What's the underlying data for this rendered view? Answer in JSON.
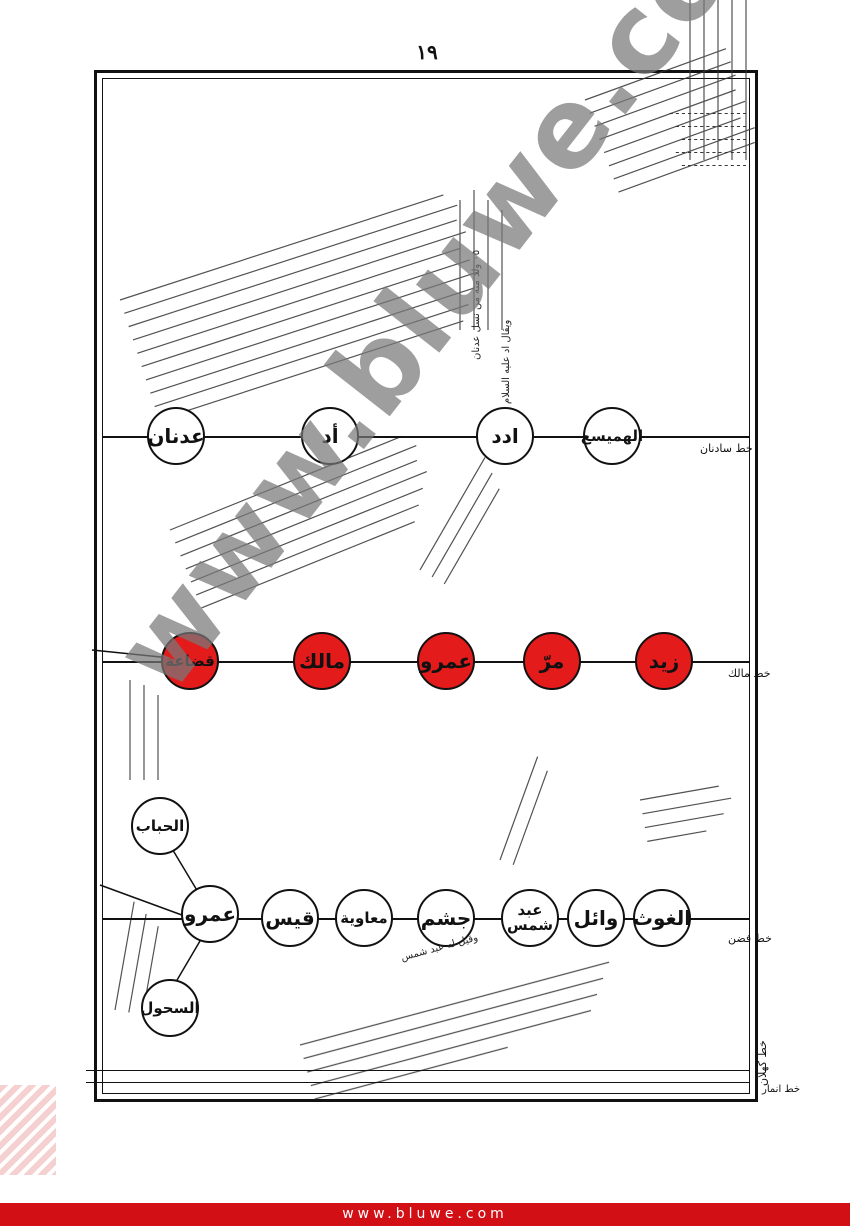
{
  "page": {
    "number": "١٩"
  },
  "rows": {
    "row1": {
      "label": "خط سادنان",
      "nodes": [
        {
          "text": "الهميسع"
        },
        {
          "text": "ادد"
        },
        {
          "text": "أد"
        },
        {
          "text": "عدنان"
        }
      ]
    },
    "row2": {
      "label": "خط مالك",
      "nodes": [
        {
          "text": "زيد"
        },
        {
          "text": "مرّ"
        },
        {
          "text": "عمرو"
        },
        {
          "text": "مالك"
        },
        {
          "text": "قضاعة"
        }
      ]
    },
    "row3": {
      "label": "خط فضن",
      "nodes": [
        {
          "text": "الغوث"
        },
        {
          "text": "وائل"
        },
        {
          "text": "عبد شمس"
        },
        {
          "text": "جشم"
        },
        {
          "text": "معاوية"
        },
        {
          "text": "قيس"
        },
        {
          "text": "عمرو"
        }
      ],
      "branches": [
        {
          "text": "الحباب"
        },
        {
          "text": "السحول"
        }
      ]
    },
    "row4": {
      "label": "خط كهلان"
    },
    "row5": {
      "label": "خط انمار"
    }
  },
  "notes": {
    "n1": "٠٥ ولد منه من نسل عدنان",
    "n2": "ويقال اد عليه السلام",
    "n3": "وقيل له عبد شمس"
  },
  "watermark": {
    "text": "www.bluwe.com"
  },
  "footer": {
    "text": "www.bluwe.com"
  },
  "colors": {
    "highlight": "#e31b1b",
    "footer": "#d30f16"
  }
}
